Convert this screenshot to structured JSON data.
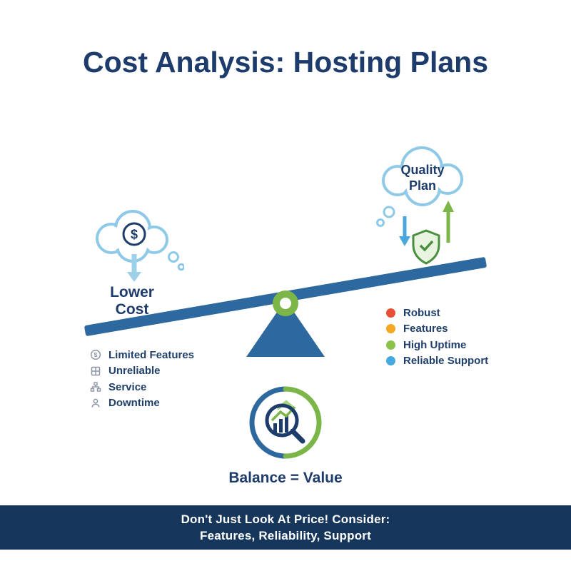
{
  "title": "Cost Analysis: Hosting Plans",
  "dollar_symbol": "$",
  "left_side": {
    "label": "Lower Cost",
    "items": [
      {
        "icon": "dollar-circle-icon",
        "label": "Limited Features"
      },
      {
        "icon": "grid-icon",
        "label": "Unreliable"
      },
      {
        "icon": "hierarchy-icon",
        "label": "Service"
      },
      {
        "icon": "person-icon",
        "label": "Downtime"
      }
    ]
  },
  "right_side": {
    "bubble_label": "Quality Plan",
    "items": [
      {
        "dot_color": "#e94f37",
        "label": "Robust"
      },
      {
        "dot_color": "#f5a623",
        "label": "Features"
      },
      {
        "dot_color": "#8bc34a",
        "label": "High Uptime"
      },
      {
        "dot_color": "#45aadf",
        "label": "Reliable Support"
      }
    ]
  },
  "center": {
    "caption": "Balance = Value"
  },
  "footer": {
    "line1": "Don't Just Look At Price! Consider:",
    "line2": "Features, Reliability, Support"
  },
  "colors": {
    "navy": "#1d3c6b",
    "plank_blue": "#2d689f",
    "green": "#7cb648",
    "light_blue": "#8ec9e8",
    "banner_navy": "#16365c"
  }
}
